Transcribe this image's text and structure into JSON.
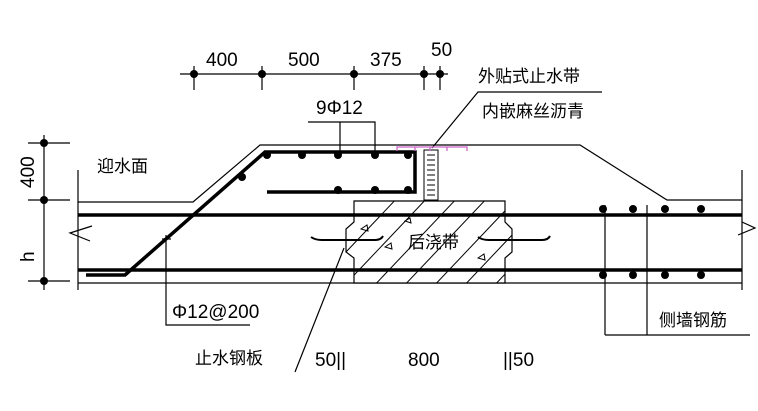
{
  "top_dimensions": [
    "400",
    "500",
    "375",
    "50"
  ],
  "left_dimensions": [
    "400",
    "h"
  ],
  "bottom_dimensions": [
    "50||",
    "800",
    "||50"
  ],
  "labels": {
    "rebar_count": "9Φ12",
    "waterproof_face": "迎水面",
    "external_waterstop": "外贴式止水带",
    "embedded_filler": "内嵌麻丝沥青",
    "post_pour_strip": "后浇带",
    "stirrup_spec": "Φ12@200",
    "steel_waterstop_plate": "止水钢板",
    "side_wall_rebar": "侧墙钢筋"
  },
  "colors": {
    "line": "#000000",
    "waterstop": "#cc66cc"
  }
}
